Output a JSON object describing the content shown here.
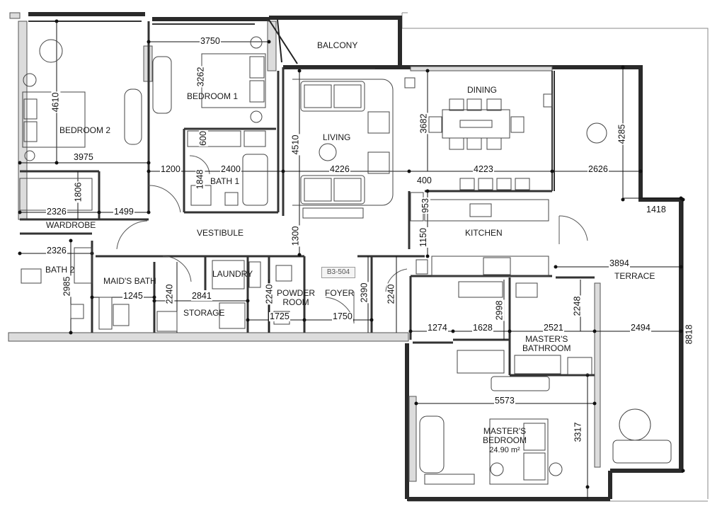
{
  "unit_label": "B3-504",
  "rooms": {
    "balcony": "BALCONY",
    "bedroom1": "BEDROOM 1",
    "bedroom2": "BEDROOM 2",
    "dining": "DINING",
    "living": "LIVING",
    "bath1": "BATH 1",
    "wardrobe": "WARDROBE",
    "vestibule": "VESTIBULE",
    "kitchen": "KITCHEN",
    "bath2": "BATH 2",
    "maids_bath": "MAID'S BATH",
    "laundry": "LAUNDRY",
    "powder_room_1": "POWDER",
    "powder_room_2": "ROOM",
    "foyer": "FOYER",
    "storage": "STORAGE",
    "terrace": "TERRACE",
    "masters_bathroom_1": "MASTER'S",
    "masters_bathroom_2": "BATHROOM",
    "masters_bedroom_1": "MASTER'S",
    "masters_bedroom_2": "BEDROOM",
    "masters_bedroom_area": "24.90 m²"
  },
  "dimensions": {
    "d3750": "3750",
    "d3262": "3262",
    "d4610": "4610",
    "d3975": "3975",
    "d600": "600",
    "d4510": "4510",
    "d3682": "3682",
    "d4285": "4285",
    "d1200": "1200",
    "d2400": "2400",
    "d1848": "1848",
    "d4226": "4226",
    "d4223": "4223",
    "d2626": "2626",
    "d400": "400",
    "d1806": "1806",
    "d2326a": "2326",
    "d1499": "1499",
    "d953": "953",
    "d1418": "1418",
    "d1300": "1300",
    "d1150": "1150",
    "d2326b": "2326",
    "d2985": "2985",
    "d3894": "3894",
    "d1245": "1245",
    "d2240a": "2240",
    "d2841": "2841",
    "d2240b": "2240",
    "d2390": "2390",
    "d2240c": "2240",
    "d1725": "1725",
    "d1750": "1750",
    "d1274": "1274",
    "d1628": "1628",
    "d2998": "2998",
    "d2521": "2521",
    "d2248": "2248",
    "d2494": "2494",
    "d8818": "8818",
    "d5573": "5573",
    "d3317": "3317"
  }
}
